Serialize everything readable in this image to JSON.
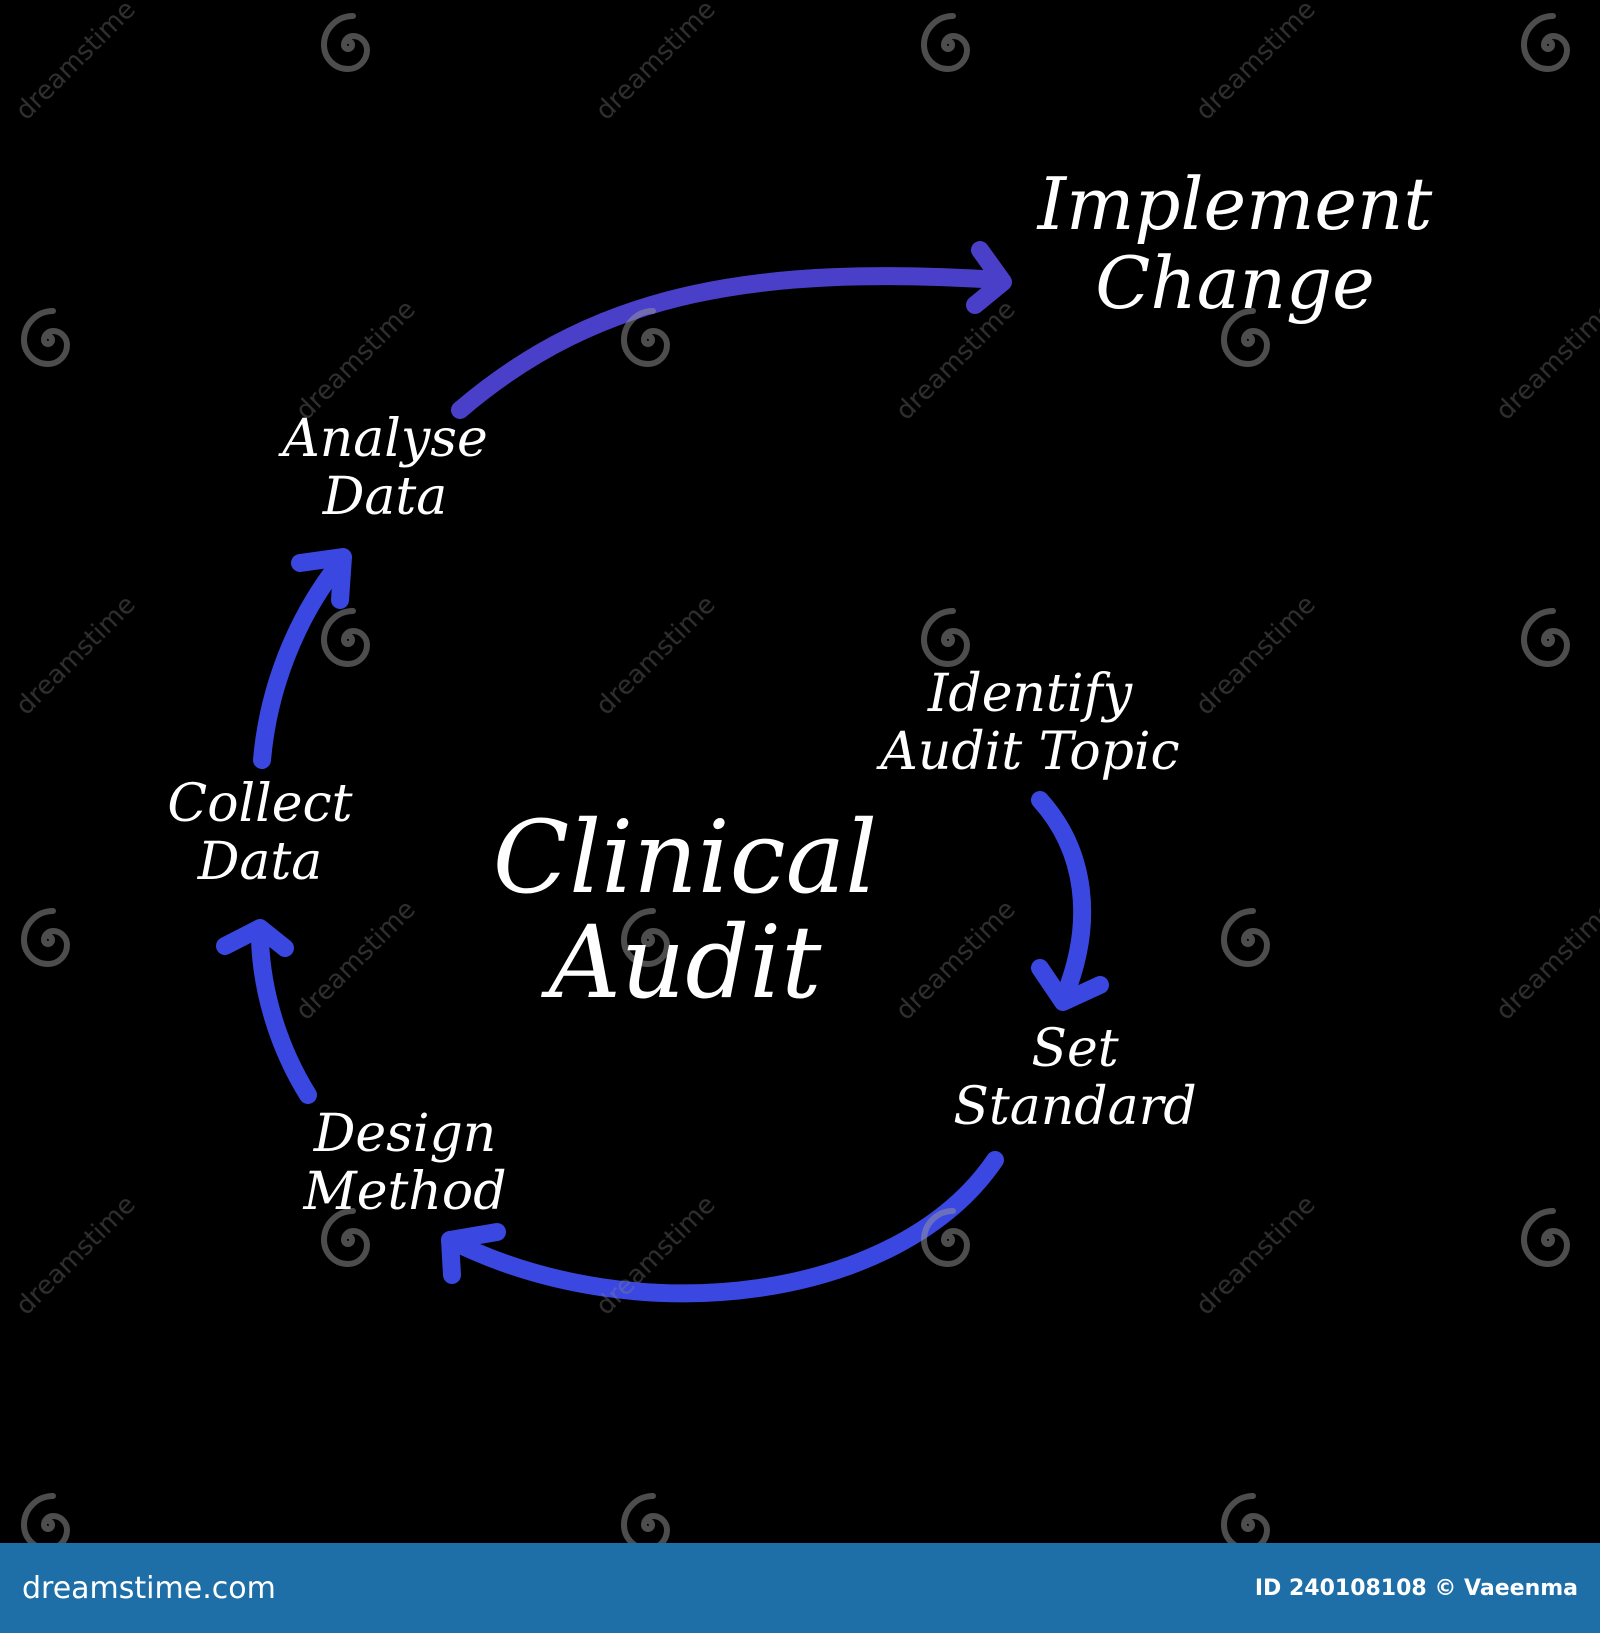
{
  "diagram": {
    "title": [
      "Clinical",
      "Audit"
    ],
    "steps": {
      "identify": [
        "Identify",
        "Audit Topic"
      ],
      "set_standard": [
        "Set",
        "Standard"
      ],
      "design_method": [
        "Design",
        "Method"
      ],
      "collect_data": [
        "Collect",
        "Data"
      ],
      "analyse_data": [
        "Analyse",
        "Data"
      ],
      "implement_change": [
        "Implement",
        "Change"
      ]
    },
    "colors": {
      "background": "#000000",
      "text": "#ffffff",
      "arrow": "#3a47e0",
      "arrow_top": "#4a3fc8"
    }
  },
  "watermark": {
    "text": "dreamstime",
    "icon": "spiral-icon"
  },
  "footer": {
    "brand": "dreamstime.com",
    "credit": "ID 240108108 © Vaeenma"
  }
}
